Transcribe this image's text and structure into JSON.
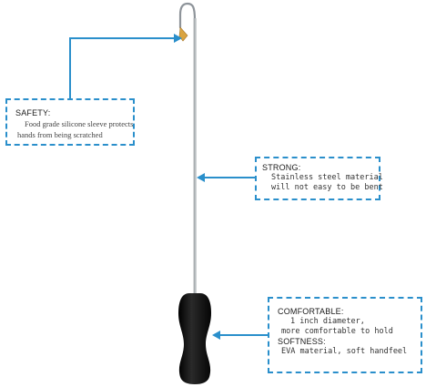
{
  "diagram": {
    "callouts": {
      "safety": {
        "title": "SAFETY:",
        "line1": "Food grade silicone sleeve protects",
        "line2": "hands from being scratched"
      },
      "strong": {
        "title": "STRONG:",
        "line1": "Stainless steel material",
        "line2": "will not easy to be bent"
      },
      "comfortable": {
        "title": "COMFORTABLE:",
        "line1": "1 inch diameter,",
        "line2": "more comfortable to hold",
        "title2": "SOFTNESS:",
        "line3": "EVA material, soft handfeel"
      }
    },
    "colors": {
      "callout_border": "#2a8fcb",
      "arrow": "#2a8fcb",
      "rod": "#9aa0a6",
      "sleeve": "#d9a441",
      "handle": "#111111"
    }
  }
}
